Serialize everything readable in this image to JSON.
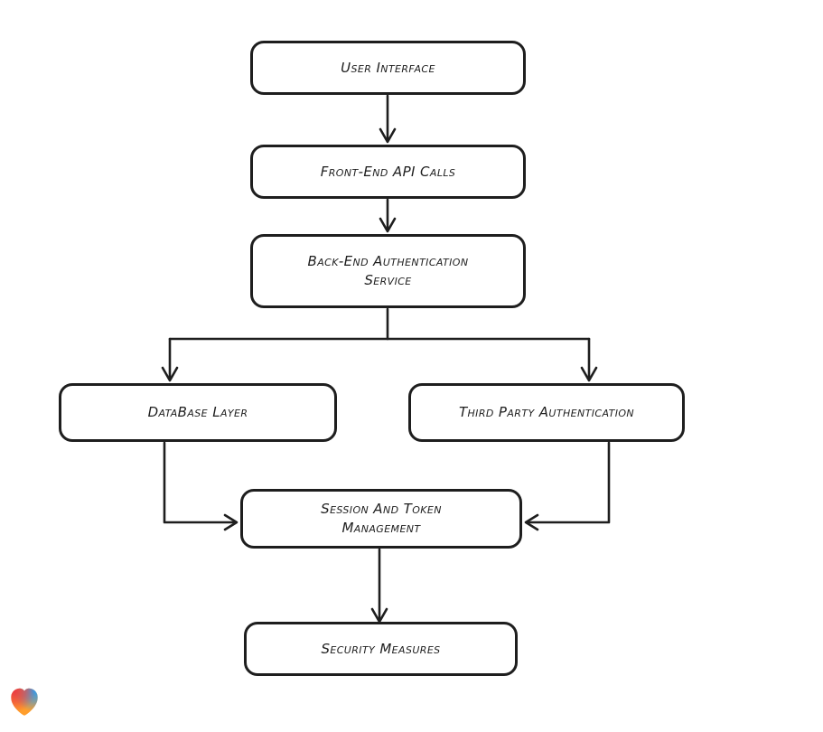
{
  "page": {
    "background_color": "#ffffff",
    "ink_color": "#1e1e1e"
  },
  "diagram": {
    "type": "flowchart",
    "style": "hand-drawn",
    "nodes": [
      {
        "id": "user-interface",
        "label": "User Interface"
      },
      {
        "id": "front-end-api-calls",
        "label": "Front-End API Calls"
      },
      {
        "id": "back-end-authentication-service",
        "label": "Back-End Authentication\nService"
      },
      {
        "id": "database-layer",
        "label": "DataBase Layer"
      },
      {
        "id": "third-party-authentication",
        "label": "Third Party Authentication"
      },
      {
        "id": "session-and-token-management",
        "label": "Session And Token\nManagement"
      },
      {
        "id": "security-measures",
        "label": "Security Measures"
      }
    ],
    "edges": [
      {
        "from": "user-interface",
        "to": "front-end-api-calls"
      },
      {
        "from": "front-end-api-calls",
        "to": "back-end-authentication-service"
      },
      {
        "from": "back-end-authentication-service",
        "to": "database-layer"
      },
      {
        "from": "back-end-authentication-service",
        "to": "third-party-authentication"
      },
      {
        "from": "database-layer",
        "to": "session-and-token-management"
      },
      {
        "from": "third-party-authentication",
        "to": "session-and-token-management"
      },
      {
        "from": "session-and-token-management",
        "to": "security-measures"
      }
    ]
  },
  "logo": {
    "name": "gradient-heart-logo",
    "colors": {
      "red": "#ea3a44",
      "blue": "#2d9bf0",
      "orange": "#ff9e2c"
    }
  }
}
